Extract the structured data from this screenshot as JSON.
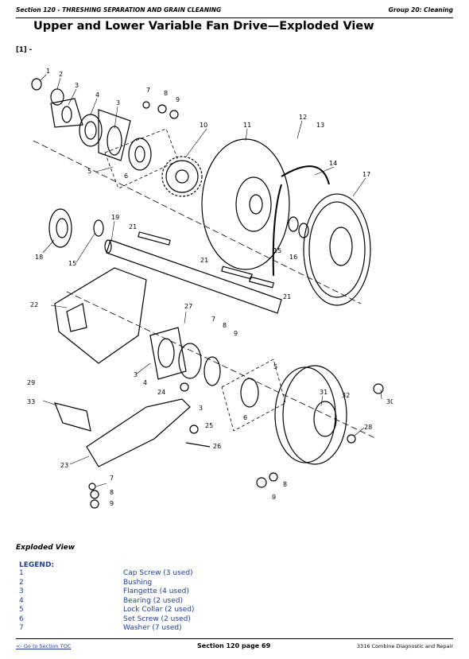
{
  "header": {
    "section": "Section 120 - THRESHING SEPARATION AND GRAIN CLEANING",
    "group": "Group 20: Cleaning"
  },
  "page_title": "Upper and Lower Variable Fan Drive—Exploded View",
  "figure_ref": "[1] -",
  "callouts": {
    "c1": "1",
    "c2": "2",
    "c3": "3",
    "c4": "4",
    "c3b": "3",
    "c6": "6",
    "c5": "5",
    "c7": "7",
    "c8": "8",
    "c9": "9",
    "c10": "10",
    "c11": "11",
    "c12": "12",
    "c13": "13",
    "c14": "14",
    "c17": "17",
    "c18": "18",
    "c15": "15",
    "c19": "19",
    "c21a": "21",
    "c21b": "21",
    "c21c": "21",
    "c15b": "15",
    "c16": "16",
    "c22": "22",
    "c27": "27",
    "c7b": "7",
    "c8b": "8",
    "c9b": "9",
    "c3c": "3",
    "c4b": "4",
    "c24": "24",
    "c3d": "3",
    "c5b": "5",
    "c6b": "6",
    "c31": "31",
    "c32": "32",
    "c30": "30",
    "c29": "29",
    "c33": "33",
    "c25": "25",
    "c26": "26",
    "c28": "28",
    "c23": "23",
    "c7c": "7",
    "c8c": "8",
    "c9c": "9",
    "c8d": "8",
    "c9d": "9"
  },
  "caption": "Exploded View",
  "legend_heading": "LEGEND:",
  "legend": [
    {
      "num": "1",
      "text": "Cap Screw (3 used)"
    },
    {
      "num": "2",
      "text": "Bushing"
    },
    {
      "num": "3",
      "text": "Flangette (4 used)"
    },
    {
      "num": "4",
      "text": "Bearing (2 used)"
    },
    {
      "num": "5",
      "text": "Lock Collar (2 used)"
    },
    {
      "num": "6",
      "text": "Set Screw (2 used)"
    },
    {
      "num": "7",
      "text": "Washer (7 used)"
    }
  ],
  "footer": {
    "toc_link": "<- Go to Section TOC",
    "page": "Section 120 page 69",
    "doc": "3316 Combine Diagnostic and Repair"
  }
}
